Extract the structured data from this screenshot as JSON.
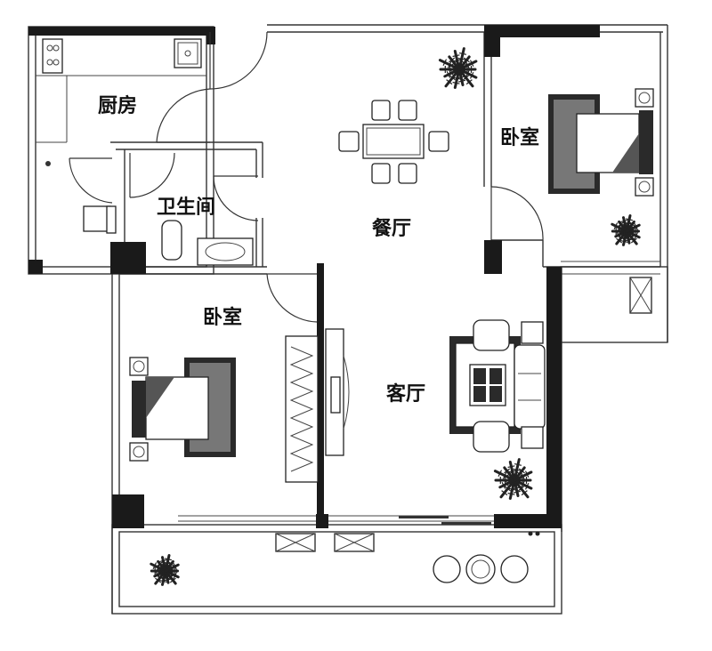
{
  "rooms": {
    "kitchen": "厨房",
    "bathroom": "卫生间",
    "dining": "餐厅",
    "bedroom_right": "卧室",
    "bedroom_left": "卧室",
    "living": "客厅"
  },
  "icons": [
    "plant-icon",
    "dining-table-icon",
    "bed-icon",
    "sofa-set-icon",
    "bathtub-icon",
    "washbasin-icon",
    "tv-cabinet-icon",
    "wardrobe-icon",
    "lounge-chairs-icon"
  ],
  "colors": {
    "wall": "#1a1a1a",
    "line": "#333333",
    "background": "#ffffff"
  }
}
